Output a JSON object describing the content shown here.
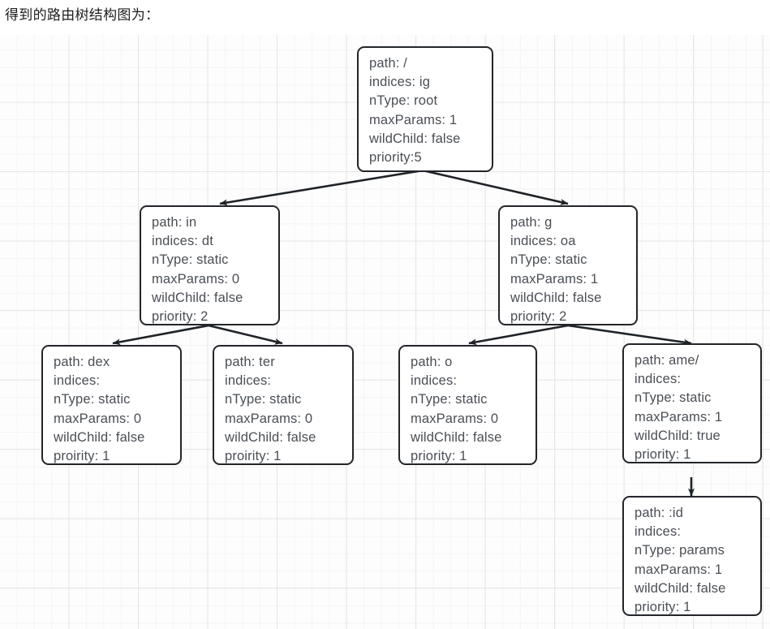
{
  "caption": "得到的路由树结构图为：",
  "colors": {
    "node_border": "#22262b",
    "node_fill": "#ffffff",
    "node_text": "#4a4f55",
    "edge": "#1f2327",
    "grid_minor": "#f4f4f4",
    "grid_major": "#e6e6e6",
    "canvas_bg": "#fdfdfd"
  },
  "diagram": {
    "type": "routing-tree",
    "nodes": [
      {
        "id": "root",
        "lines": [
          "path: /",
          "indices: ig",
          "nType: root",
          "maxParams: 1",
          "wildChild: false",
          "priority:5"
        ]
      },
      {
        "id": "in",
        "lines": [
          "path: in",
          "indices: dt",
          "nType: static",
          "maxParams: 0",
          "wildChild: false",
          "priority: 2"
        ]
      },
      {
        "id": "g",
        "lines": [
          "path: g",
          "indices: oa",
          "nType: static",
          "maxParams: 1",
          "wildChild: false",
          "priority: 2"
        ]
      },
      {
        "id": "dex",
        "lines": [
          "path: dex",
          "indices:",
          "nType: static",
          "maxParams: 0",
          "wildChild: false",
          "proirity: 1"
        ]
      },
      {
        "id": "ter",
        "lines": [
          "path: ter",
          "indices:",
          "nType: static",
          "maxParams: 0",
          "wildChild: false",
          "proirity: 1"
        ]
      },
      {
        "id": "o",
        "lines": [
          "path: o",
          "indices:",
          "nType: static",
          "maxParams: 0",
          "wildChild: false",
          "priority: 1"
        ]
      },
      {
        "id": "ame",
        "lines": [
          "path: ame/",
          "indices:",
          "nType: static",
          "maxParams: 1",
          "wildChild: true",
          "priority: 1"
        ]
      },
      {
        "id": "id",
        "lines": [
          "path: :id",
          "indices:",
          "nType: params",
          "maxParams: 1",
          "wildChild: false",
          "priority: 1"
        ]
      }
    ],
    "edges": [
      {
        "from": "root",
        "to": "in"
      },
      {
        "from": "root",
        "to": "g"
      },
      {
        "from": "in",
        "to": "dex"
      },
      {
        "from": "in",
        "to": "ter"
      },
      {
        "from": "g",
        "to": "o"
      },
      {
        "from": "g",
        "to": "ame"
      },
      {
        "from": "ame",
        "to": "id"
      }
    ]
  }
}
